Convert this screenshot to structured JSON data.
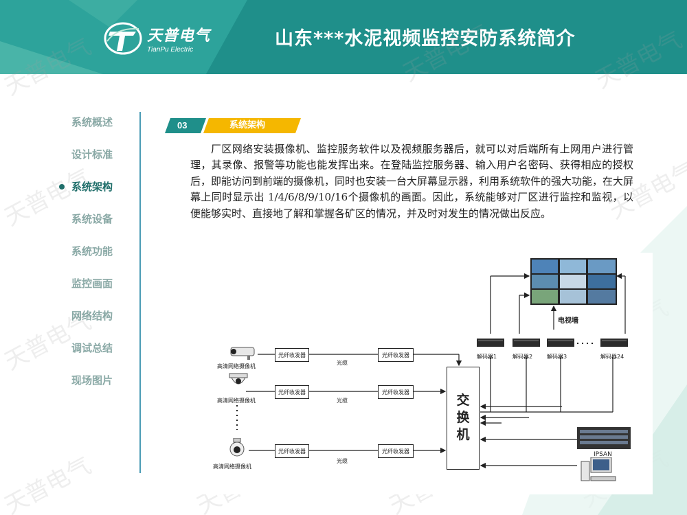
{
  "header": {
    "logo_cn": "天普电气",
    "logo_en": "TianPu Electric",
    "title": "山东***水泥视频监控安防系统简介"
  },
  "sidebar": {
    "items": [
      {
        "label": "系统概述",
        "active": false
      },
      {
        "label": "设计标准",
        "active": false
      },
      {
        "label": "系统架构",
        "active": true
      },
      {
        "label": "系统设备",
        "active": false
      },
      {
        "label": "系统功能",
        "active": false
      },
      {
        "label": "监控画面",
        "active": false
      },
      {
        "label": "网络结构",
        "active": false
      },
      {
        "label": "调试总结",
        "active": false
      },
      {
        "label": "现场图片",
        "active": false
      }
    ]
  },
  "section": {
    "number": "03",
    "title": "系统架构",
    "body": "厂区网络安装摄像机、监控服务软件以及视频服务器后，就可以对后端所有上网用户进行管理，其录像、报警等功能也能发挥出来。在登陆监控服务器、输入用户名密码、获得相应的授权后，即能访问到前端的摄像机，同时也安装一台大屏幕显示器，利用系统软件的强大功能，在大屏幕上同时显示出 1/4/6/8/9/10/16个摄像机的画面。因此，系统能够对厂区进行监控和监视，以便能够实时、直接地了解和掌握各矿区的情况，并及时对发生的情况做出反应。"
  },
  "diagram": {
    "cameras": [
      "高清网络摄像机",
      "高清网络摄像机",
      "高清网络摄像机"
    ],
    "transceiver": "光纤收发器",
    "cable": "光缆",
    "switch": "交换机",
    "video_wall": "电视墙",
    "decoders": [
      "解码器1",
      "解码器2",
      "解码器3",
      "解码器24"
    ],
    "storage": "IPSAN"
  },
  "watermark": "天普电气",
  "colors": {
    "primary": "#1f8f8a",
    "accent": "#f5b700",
    "nav_active": "#1f6e6a",
    "nav_inactive": "#8aa9a6"
  }
}
